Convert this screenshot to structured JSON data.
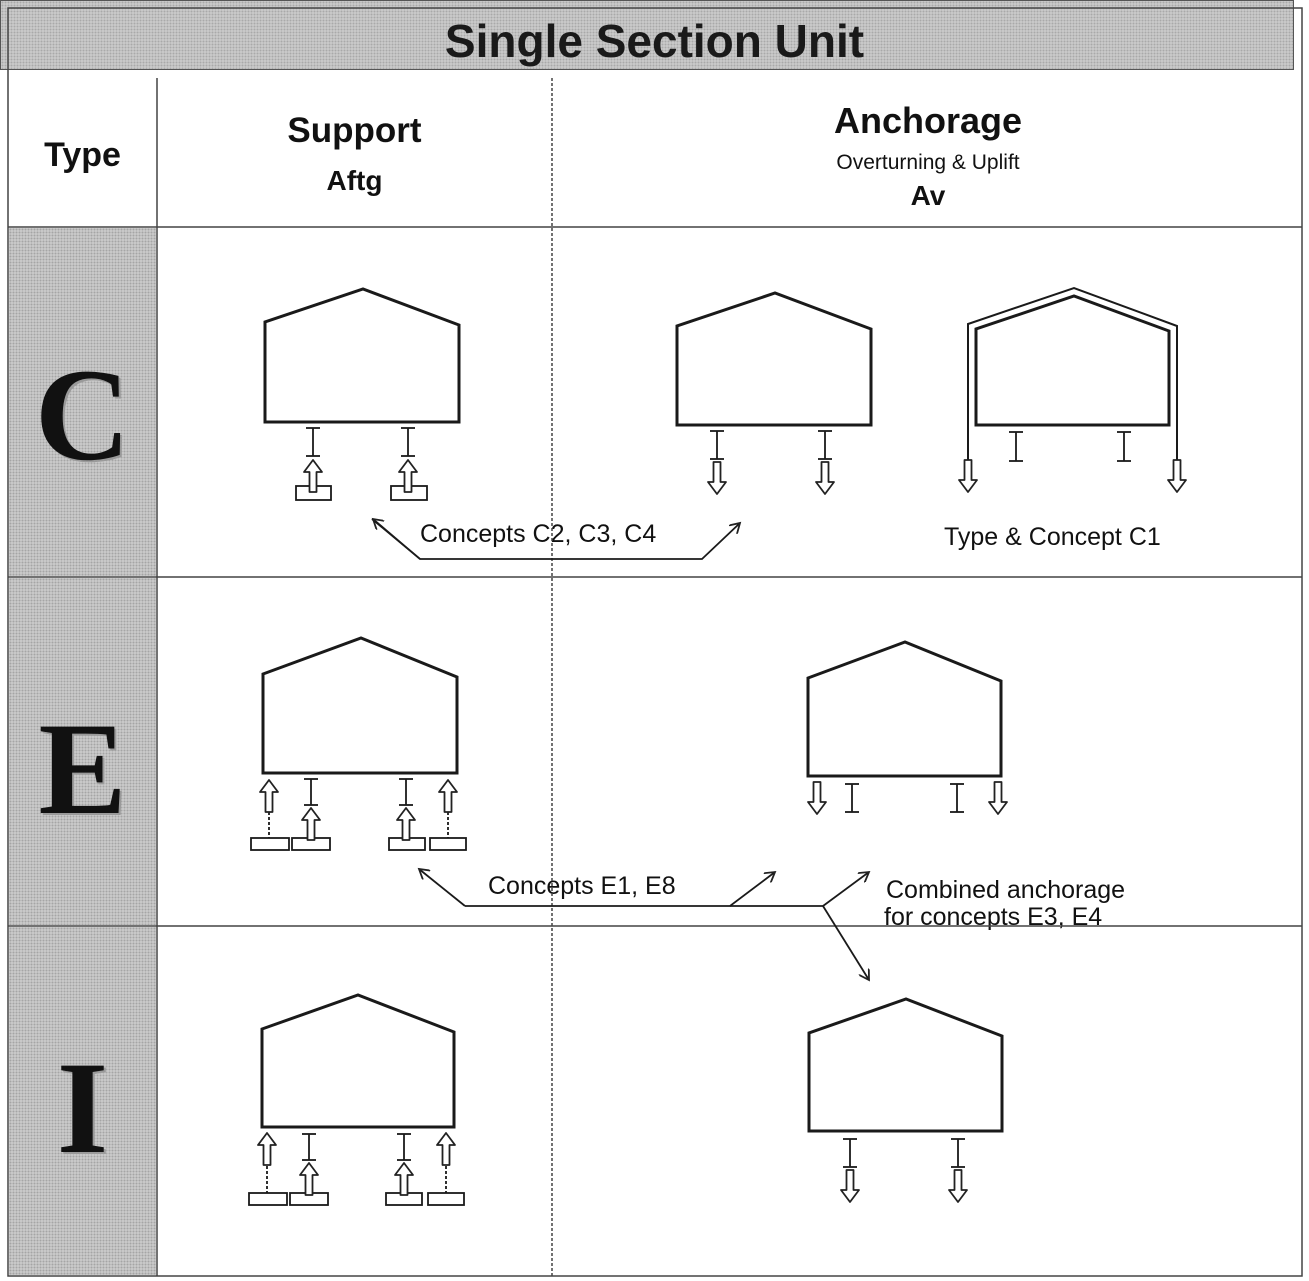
{
  "title": "Single Section Unit",
  "headers": {
    "type": "Type",
    "support": "Support",
    "support_symbol": "Aftg",
    "anchorage": "Anchorage",
    "anchorage_sub": "Overturning & Uplift",
    "anchorage_symbol": "Av"
  },
  "rows": [
    {
      "letter": "C"
    },
    {
      "letter": "E"
    },
    {
      "letter": "I"
    }
  ],
  "labels": {
    "c_concepts": "Concepts C2, C3, C4",
    "c_type_concept": "Type & Concept C1",
    "e_concepts": "Concepts E1, E8",
    "combined_line1": "Combined anchorage",
    "combined_line2": "for concepts E3, E4"
  }
}
